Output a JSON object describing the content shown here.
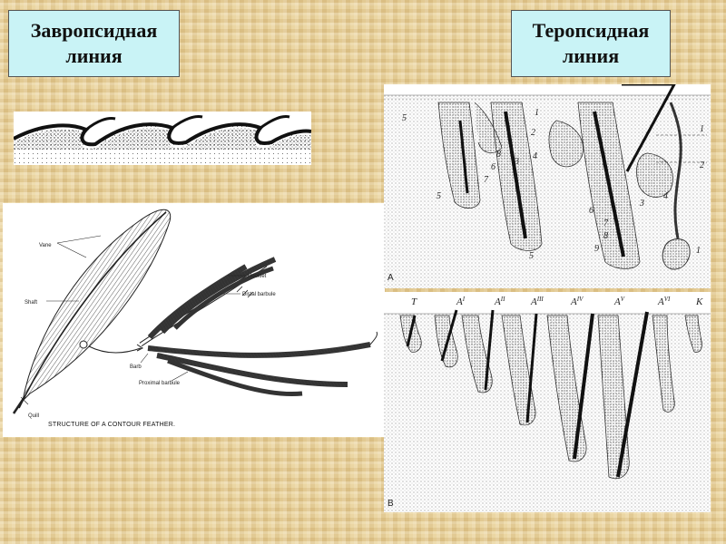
{
  "titles": {
    "left_line1": "Завропсидная",
    "left_line2": "линия",
    "right_line1": "Теропсидная",
    "right_line2": "линия"
  },
  "feather": {
    "caption": "STRUCTURE OF A CONTOUR FEATHER.",
    "labels": {
      "vane": "Vane",
      "shaft": "Shaft",
      "quill": "Quill",
      "barb": "Barb",
      "hooklet": "Hooklet",
      "distal_barbule": "Distal barbule",
      "proximal_barbule": "Proximal barbule"
    }
  },
  "follicle_a": {
    "panel_letter": "A",
    "left_numbers": [
      "5",
      "1",
      "2",
      "3",
      "4",
      "8",
      "6",
      "7",
      "5",
      "5"
    ],
    "right_numbers": [
      "1",
      "2",
      "3",
      "4",
      "6",
      "7",
      "8",
      "9",
      "1"
    ]
  },
  "follicle_b": {
    "panel_letter": "B",
    "stage_labels": [
      "T",
      "A",
      "A",
      "A",
      "A",
      "A",
      "A",
      "K"
    ],
    "stage_superscripts": [
      "",
      "I",
      "II",
      "III",
      "IV",
      "V",
      "VI",
      ""
    ]
  }
}
